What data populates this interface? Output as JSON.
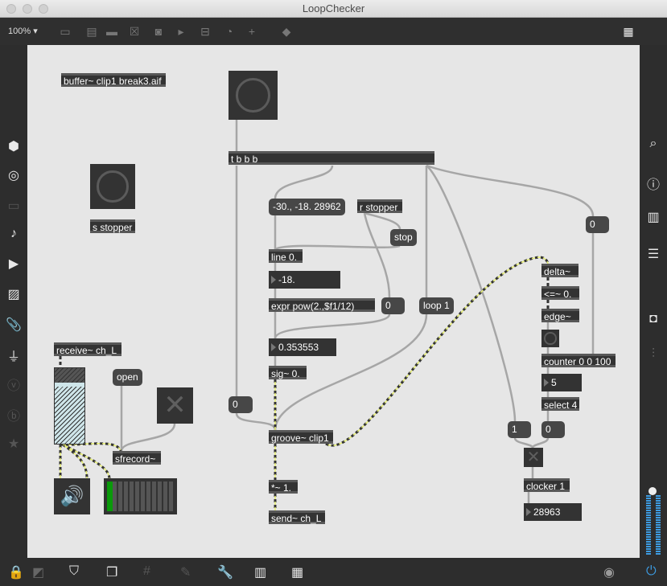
{
  "window": {
    "title": "LoopChecker"
  },
  "toolbar": {
    "zoom": "100%"
  },
  "objects": {
    "buffer": "buffer~ clip1 break3.aif",
    "tbbb": "t b b b",
    "s_stopper": "s stopper",
    "r_stopper": "r stopper",
    "line_msg": "-30., -18. 28962",
    "stop": "stop",
    "line": "line 0.",
    "num_semitones": "-18.",
    "expr": "expr pow(2.,$f1/12)",
    "msg_zero_a": "0",
    "loop": "loop 1",
    "ratio": "0.353553",
    "sig": "sig~ 0.",
    "msg_zero_b": "0",
    "groove": "groove~ clip1",
    "mul": "*~ 1.",
    "send": "send~ ch_L",
    "msg_zero_c": "0",
    "delta": "delta~",
    "lte": "<=~ 0.",
    "edge": "edge~",
    "counter": "counter 0 0 100",
    "count_value": "5",
    "select": "select 4",
    "msg_one": "1",
    "msg_zero_d": "0",
    "clocker": "clocker 1",
    "clock_value": "28963",
    "receive": "receive~ ch_L",
    "open": "open",
    "sfrecord": "sfrecord~"
  },
  "meter": {
    "level": 0.08
  }
}
